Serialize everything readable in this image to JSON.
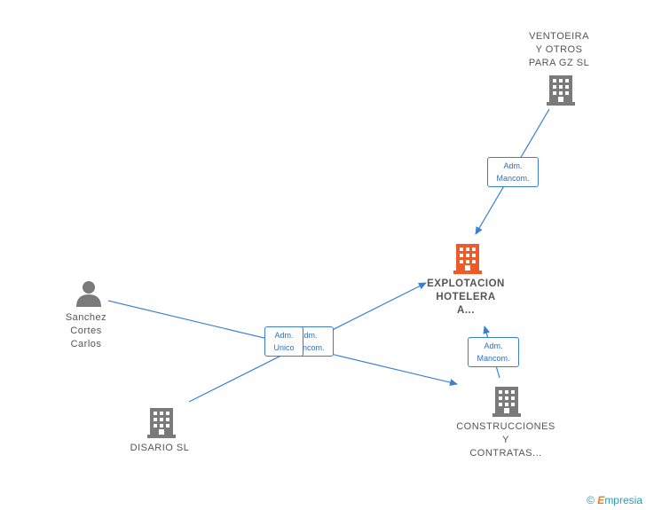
{
  "nodes": {
    "center": {
      "lines": [
        "EXPLOTACION",
        "HOTELERA",
        "A..."
      ],
      "type": "company",
      "color": "#f05a28"
    },
    "ventoeira": {
      "lines": [
        "VENTOEIRA",
        "Y OTROS",
        "PARA GZ SL"
      ],
      "type": "company",
      "color": "#7a7a7a"
    },
    "sanchez": {
      "lines": [
        "Sanchez",
        "Cortes",
        "Carlos"
      ],
      "type": "person",
      "color": "#7a7a7a"
    },
    "disario": {
      "lines": [
        "DISARIO SL"
      ],
      "type": "company",
      "color": "#7a7a7a"
    },
    "construcciones": {
      "lines": [
        "CONSTRUCCIONES",
        "Y",
        "CONTRATAS..."
      ],
      "type": "company",
      "color": "#7a7a7a"
    }
  },
  "relations": {
    "ventoeira_center": [
      "Adm.",
      "Mancom."
    ],
    "sanchez_back": [
      "Adm.",
      "Mancom."
    ],
    "sanchez_front": [
      "Adm.",
      "Unico"
    ],
    "construcciones_center": [
      "Adm.",
      "Mancom."
    ]
  },
  "colors": {
    "edge": "#3a7fd5",
    "node_gray": "#7a7a7a",
    "node_main": "#f05a28"
  },
  "footer": {
    "copyright": "©",
    "brand_initial": "E",
    "brand_rest": "mpresia"
  }
}
